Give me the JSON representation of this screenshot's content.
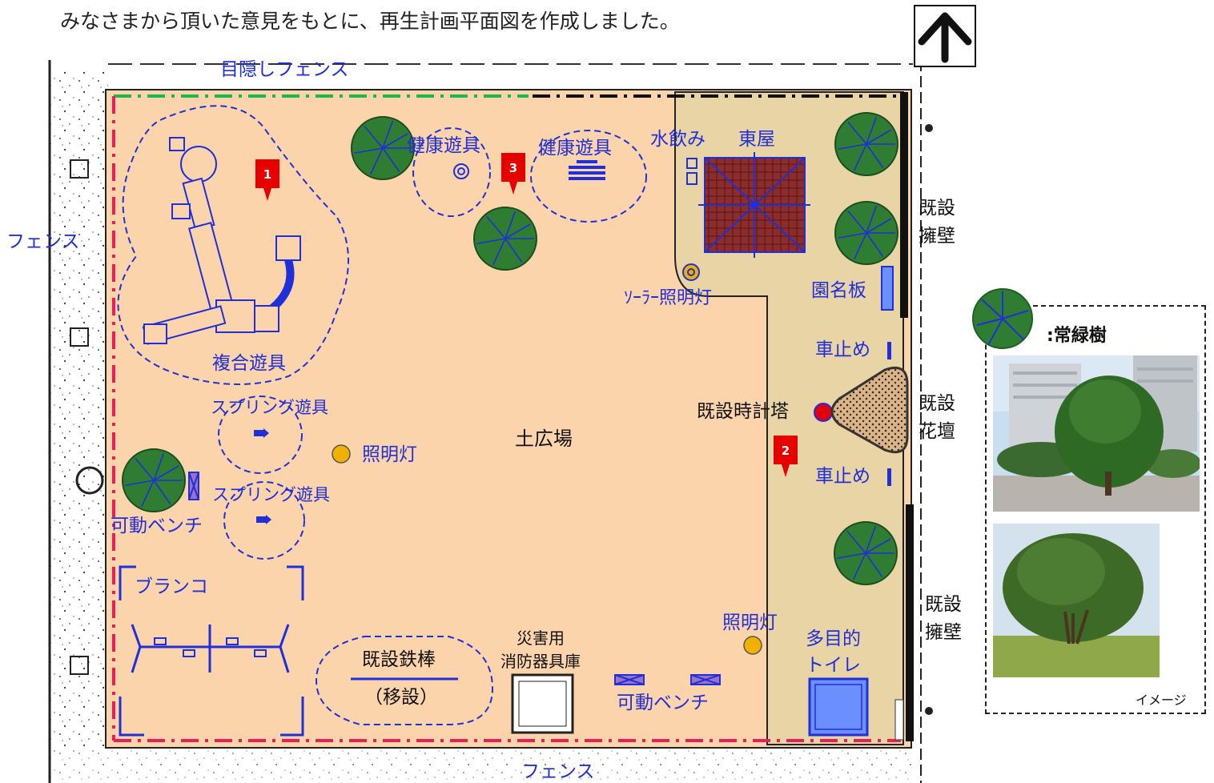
{
  "header": {
    "text": "みなさまから頂いた意見をもとに、再生計画平面図を作成しました。"
  },
  "compass": {
    "icon": "north-arrow-icon"
  },
  "labels": {
    "screen_fence": "目隠しフェンス",
    "fence_left": "フェンス",
    "fence_bottom": "フェンス",
    "health_equipment_1": "健康遊具",
    "health_equipment_2": "健康遊具",
    "drinking_fountain": "水飲み",
    "gazebo": "東屋",
    "retaining_wall_1": [
      "既設",
      "擁壁"
    ],
    "retaining_wall_2": [
      "既設",
      "擁壁"
    ],
    "flower_bed": [
      "既設",
      "花壇"
    ],
    "solar_light": "ｿｰﾗｰ照明灯",
    "park_sign": "園名板",
    "bollard_1": "車止め",
    "bollard_2": "車止め",
    "clock_tower": "既設時計塔",
    "combined_playground": "複合遊具",
    "spring_rider_1": "スプリング遊具",
    "spring_rider_2": "スプリング遊具",
    "light_1": "照明灯",
    "light_2": "照明灯",
    "dirt_plaza": "土広場",
    "movable_bench_1": "可動ベンチ",
    "movable_bench_2": "可動ベンチ",
    "swing": "ブランコ",
    "iron_bar": "既設鉄棒",
    "relocated": "（移設）",
    "disaster_storage": [
      "災害用",
      "消防器具庫"
    ],
    "multipurpose_toilet": [
      "多目的",
      "トイレ"
    ]
  },
  "markers": [
    {
      "number": "1"
    },
    {
      "number": "2"
    },
    {
      "number": "3"
    }
  ],
  "legend": {
    "evergreen": ":常緑樹",
    "image_caption": "イメージ",
    "tree_icon": "evergreen-tree-icon"
  },
  "colors": {
    "plaza": "#fcd4ab",
    "paved": "#e9d4a5",
    "label_blue": "#1f2fd9",
    "marker_red": "#e60000",
    "fence_pink": "#e6205a",
    "screen_green": "#1db84a",
    "tree_green": "#2e7d32"
  }
}
